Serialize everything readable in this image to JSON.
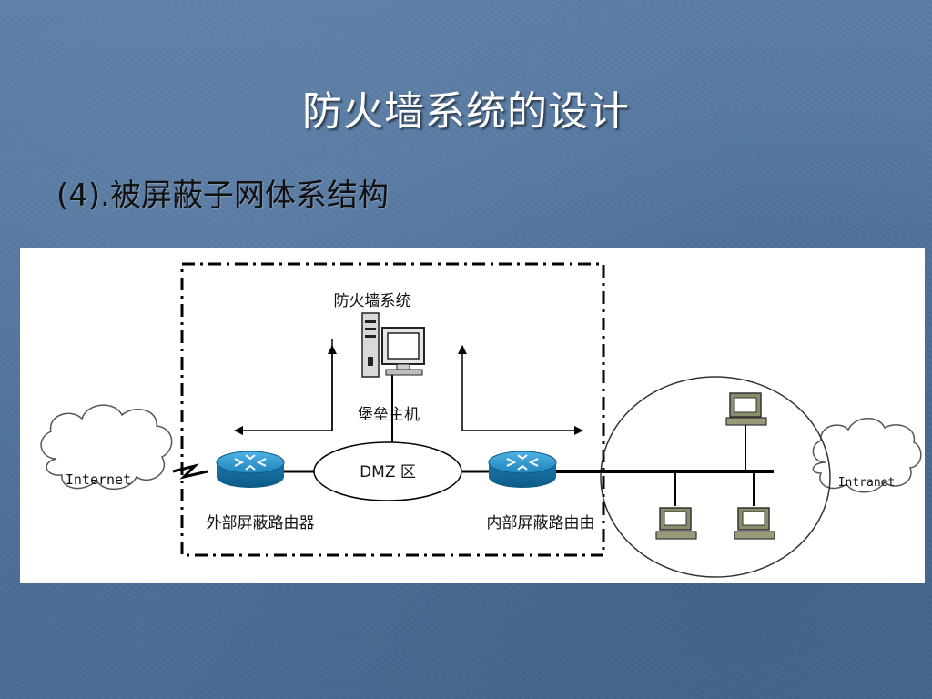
{
  "slide": {
    "title": "防火墙系统的设计",
    "subtitle": "(4).被屏蔽子网体系结构"
  },
  "diagram": {
    "firewall_label": "防火墙系统",
    "bastion_label": "堡垒主机",
    "dmz_label": "DMZ 区",
    "internet_label": "Internet",
    "intranet_label": "Intranet",
    "outer_router_label": "外部屏蔽路由器",
    "inner_router_label": "内部屏蔽路由由",
    "colors": {
      "router_fill": "#2a8fc4",
      "line": "#000000",
      "terminal": "#8c8c6c"
    }
  }
}
